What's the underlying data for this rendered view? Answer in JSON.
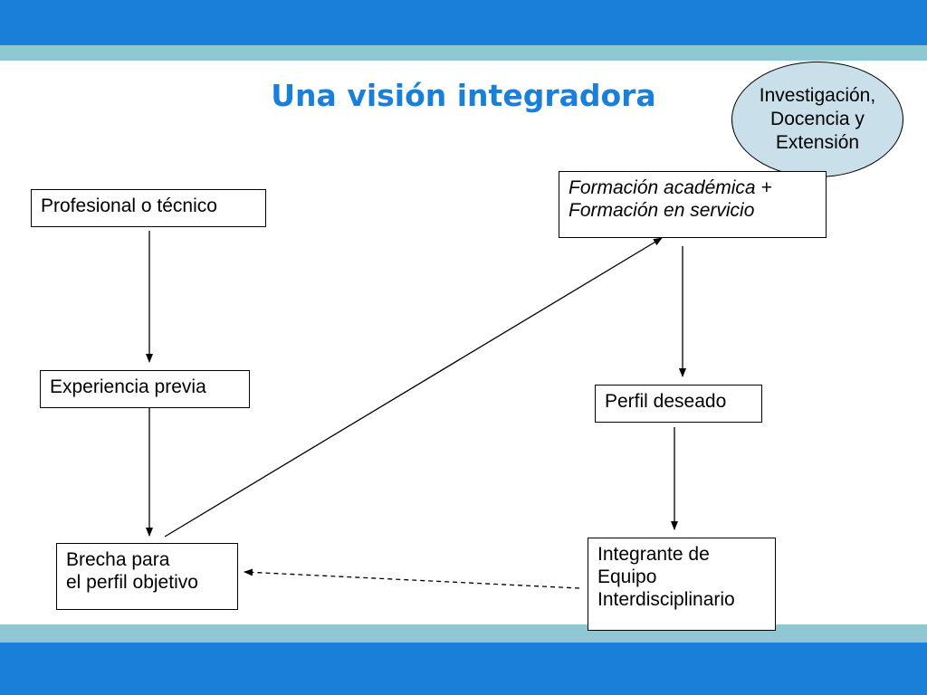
{
  "slide": {
    "title": "Una visión integradora",
    "colors": {
      "band_blue": "#1a7fd9",
      "band_teal": "#8fc8d3",
      "title": "#1a7fd9",
      "ellipse_fill": "#c9e0ea"
    }
  },
  "ellipse": {
    "lines": [
      "Investigación,",
      "Docencia y",
      "Extensión"
    ]
  },
  "nodes": {
    "profesional": "Profesional o técnico",
    "experiencia": "Experiencia previa",
    "brecha": [
      "Brecha para",
      "el perfil objetivo"
    ],
    "formacion": [
      "Formación académica +",
      "Formación en servicio"
    ],
    "perfil": "Perfil deseado",
    "integrante": [
      "Integrante de",
      "Equipo",
      "Interdisciplinario"
    ]
  }
}
